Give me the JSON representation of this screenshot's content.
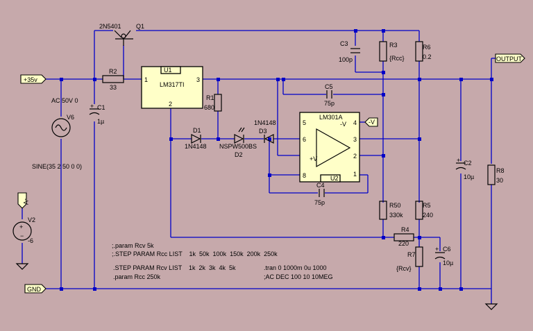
{
  "components": {
    "q1": {
      "ref": "Q1",
      "model": "2N5401"
    },
    "u1": {
      "ref": "U1",
      "model": "LM317TI",
      "pin1": "1",
      "pin2": "2",
      "pin3": "3"
    },
    "u2": {
      "ref": "U2",
      "model": "LM301A",
      "pins": [
        "5",
        "6",
        "+V",
        "8",
        "4",
        "-V",
        "3",
        "2",
        "1"
      ]
    },
    "r1": {
      "ref": "R1",
      "value": "680"
    },
    "r2": {
      "ref": "R2",
      "value": "33"
    },
    "r3": {
      "ref": "R3",
      "value": "{Rcc}"
    },
    "r4": {
      "ref": "R4",
      "value": "220"
    },
    "r5": {
      "ref": "R5",
      "value": "240"
    },
    "r6": {
      "ref": "R6",
      "value": "0.2"
    },
    "r7": {
      "ref": "R7",
      "value": "{Rcv}"
    },
    "r8": {
      "ref": "R8",
      "value": "30"
    },
    "r50": {
      "ref": "R50",
      "value": "330k"
    },
    "c1": {
      "ref": "C1",
      "value": "1µ"
    },
    "c2": {
      "ref": "C2",
      "value": "10µ"
    },
    "c3": {
      "ref": "C3",
      "value": "100p"
    },
    "c4": {
      "ref": "C4",
      "value": "75p"
    },
    "c5": {
      "ref": "C5",
      "value": "75p"
    },
    "c6": {
      "ref": "C6",
      "value": "10µ"
    },
    "d1": {
      "ref": "D1",
      "value": "1N4148"
    },
    "d2": {
      "ref": "D2",
      "value": "NSPW500BS"
    },
    "d3": {
      "ref": "D3",
      "value": "1N4148"
    },
    "v6": {
      "ref": "V6",
      "ac": "AC 50V 0",
      "source": "SINE(35 2 50 0 0)"
    },
    "v2": {
      "ref": "V2",
      "value": "-6"
    }
  },
  "nets": {
    "plus35": "+35v",
    "gnd": "GND",
    "output": "OUTPUT",
    "minus_v": "-V"
  },
  "directives": [
    ";.param Rcv 5k",
    ";.STEP PARAM Rcc LIST    1k  50k  100k  150k  200k  250k",
    ".STEP PARAM Rcv LIST    1k  2k  3k  4k  5k",
    ".param Rcc 250k",
    ".tran 0 1000m 0u 1000",
    ";AC DEC 100 10 10MEG"
  ],
  "colors": {
    "background": "#c6a9ab",
    "wire": "#0000c8",
    "component": "#000000",
    "ic_fill": "#ffffc8"
  }
}
